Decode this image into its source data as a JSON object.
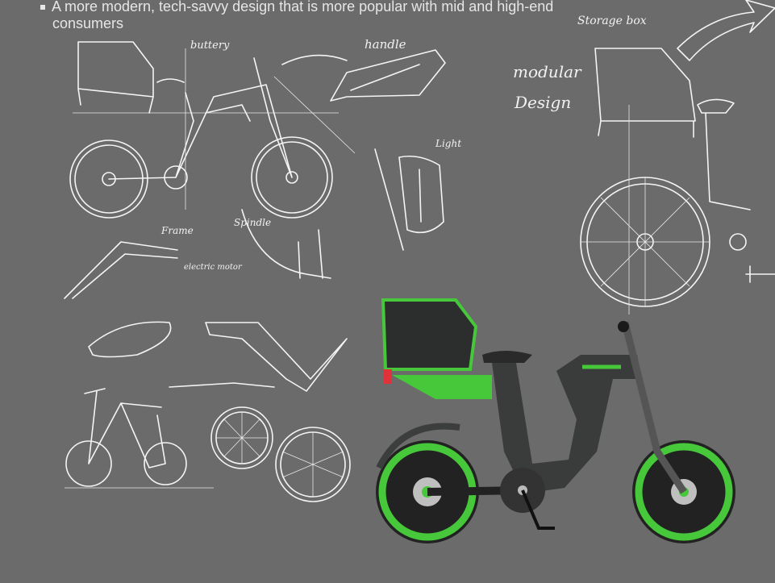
{
  "bullet": {
    "line1": "A more modern, tech-savvy design that is more popular with mid and high-end",
    "line2": "consumers"
  },
  "annotations": {
    "battery": "buttery",
    "handle": "handle",
    "light": "Light",
    "frame": "Frame",
    "spindle": "Spindle",
    "motor": "electric motor",
    "storage": "Storage box",
    "modular1": "modular",
    "modular2": "Design"
  },
  "colors": {
    "background": "#6a6b6a",
    "sketch": "#f4f4f4",
    "accent_green": "#46c83a",
    "render_body": "#3c3d3d",
    "tail_light": "#e0323a"
  }
}
